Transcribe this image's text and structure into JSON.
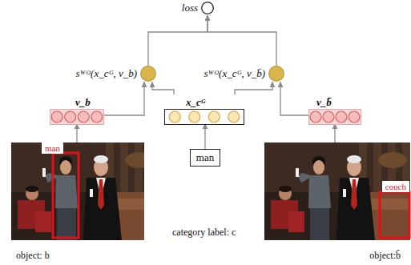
{
  "diagram": {
    "nodes": [
      {
        "text": [
          "loss"
        ]
      },
      {
        "text": [
          "sᵂᴼ(x_cᴳ, v_b)"
        ]
      },
      {
        "text": [
          "sᵂᴼ(x_cᴳ, v_b̄)"
        ]
      },
      {
        "text": [
          "v_b"
        ]
      },
      {
        "text": [
          "x_cᴳ"
        ]
      },
      {
        "text": [
          "v_b̄"
        ]
      },
      {
        "text": [
          "object: b"
        ]
      },
      {
        "text": [
          "man"
        ],
        "in": 6
      },
      {
        "text": [
          "man"
        ]
      },
      {
        "text": [
          "object:b̄"
        ]
      },
      {
        "text": [
          "couch"
        ],
        "in": 9
      }
    ],
    "edges": [
      {
        "from": 1,
        "to": 0,
        "arrow": "to"
      },
      {
        "from": 2,
        "to": 0,
        "arrow": "to"
      },
      {
        "from": 3,
        "to": 1,
        "arrow": "to"
      },
      {
        "from": 4,
        "to": 1,
        "arrow": "to"
      },
      {
        "from": 4,
        "to": 2,
        "arrow": "to"
      },
      {
        "from": 5,
        "to": 2,
        "arrow": "to"
      },
      {
        "from": 8,
        "to": 4,
        "arrow": "to"
      },
      {
        "from": 6,
        "to": 3,
        "arrow": "to"
      },
      {
        "from": 9,
        "to": 5,
        "arrow": "to"
      }
    ],
    "labels": [
      "category label: c"
    ]
  }
}
